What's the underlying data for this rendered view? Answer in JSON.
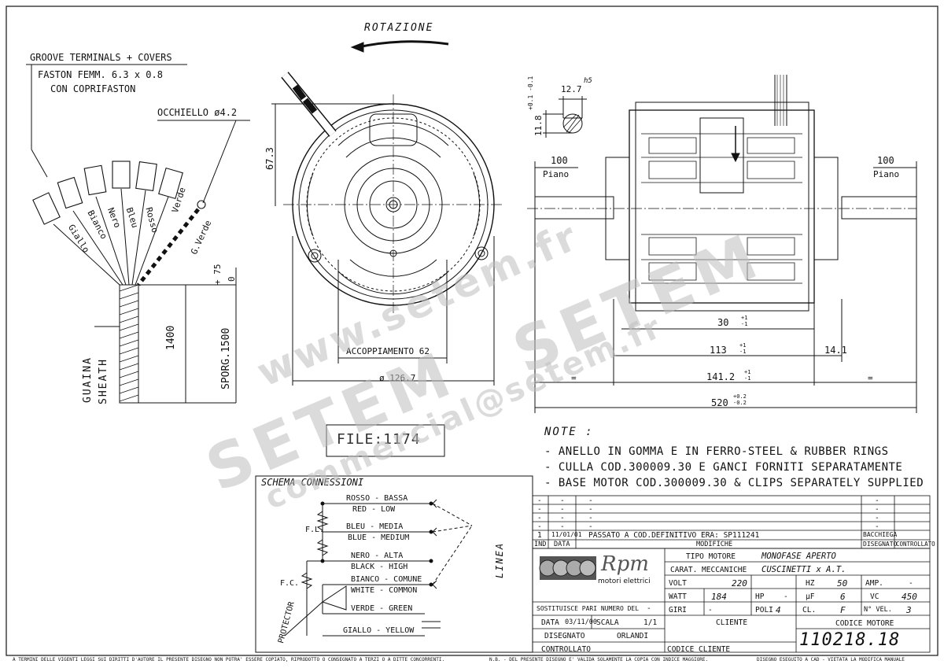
{
  "rotation_label": "ROTAZIONE",
  "terminals": {
    "line1": "GROOVE TERMINALS + COVERS",
    "line2": "FASTON FEMM. 6.3 x 0.8",
    "line3": "CON COPRIFASTON",
    "eyelet": "OCCHIELLO ø4.2"
  },
  "wire_labels": [
    "Giallo",
    "Bianco",
    "Nero",
    "Bleu",
    "Rosso",
    "Verde",
    "G.Verde"
  ],
  "sheath": {
    "it": "GUAINA",
    "en": "SHEATH"
  },
  "dims": {
    "len1400": "1400",
    "sporg": "SPORG.1500",
    "sporg_tol_plus": "+ 75",
    "sporg_tol_zero": "0",
    "d673": "67.3",
    "shaft_w": "12.7",
    "shaft_tol": "h5",
    "shaft_h": "11.8",
    "shaft_h_tol": "+0.1 -0.1",
    "piano_l_val": "100",
    "piano_l": "Piano",
    "piano_r_val": "100",
    "piano_r": "Piano",
    "d30": "30",
    "d30_tol": "+1 -1",
    "d113": "113",
    "d113_tol": "+1 -1",
    "d141": "141.2",
    "d141_tol": "+1 -1",
    "d14": "14.1",
    "d520": "520",
    "d520_tol": "+0.2 -0.2",
    "eq": "=",
    "accoppiamento": "ACCOPPIAMENTO 62",
    "diam": "ø 126.7"
  },
  "file_label": "FILE:1174",
  "notes": {
    "title": "NOTE :",
    "items": [
      "- ANELLO IN GOMMA E IN FERRO-STEEL & RUBBER RINGS",
      "- CULLA COD.300009.30 E GANCI FORNITI SEPARATAMENTE",
      "- BASE MOTOR COD.300009.30 & CLIPS SEPARATELY SUPPLIED"
    ]
  },
  "schema": {
    "title": "SCHEMA CONNESSIONI",
    "wires": [
      {
        "it": "ROSSO - BASSA",
        "en": "RED - LOW"
      },
      {
        "it": "BLEU - MEDIA",
        "en": "BLUE - MEDIUM"
      },
      {
        "it": "NERO - ALTA",
        "en": "BLACK - HIGH"
      },
      {
        "it": "BIANCO - COMUNE",
        "en": "WHITE - COMMON"
      },
      {
        "it": "VERDE - GREEN",
        "en": ""
      },
      {
        "it": "GIALLO - YELLOW",
        "en": ""
      }
    ],
    "fl": "F.L.",
    "fc": "F.C.",
    "protector": "PROTECTOR",
    "linea": "LINEA"
  },
  "revisions": {
    "rows": [
      [
        "-",
        "-",
        "-",
        "-"
      ],
      [
        "-",
        "-",
        "-",
        "-"
      ],
      [
        "-",
        "-",
        "-",
        "-"
      ],
      [
        "-",
        "-",
        "-",
        "-"
      ],
      [
        "1",
        "11/01/01",
        "PASSATO A COD.DEFINITIVO ERA: SP111241",
        "BACCHIEGA"
      ]
    ],
    "header": [
      "IND",
      "DATA",
      "MODIFICHE",
      "DISEGNATO",
      "CONTROLLATO"
    ]
  },
  "title_block": {
    "brand": "Rpm",
    "brand_sub": "motori elettrici",
    "sostituisce": "SOSTITUISCE PARI NUMERO DEL",
    "sostituisce_val": "-",
    "data_label": "DATA",
    "data_val": "03/11/00",
    "scala_label": "SCALA",
    "scala_val": "1/1",
    "disegnato_label": "DISEGNATO",
    "disegnato_val": "ORLANDI",
    "controllato_label": "CONTROLLATO",
    "tipo_label": "TIPO MOTORE",
    "tipo_val": "MONOFASE APERTO",
    "carat_label": "CARAT. MECCANICHE",
    "carat_val": "CUSCINETTI x A.T.",
    "volt_label": "VOLT",
    "volt_val": "220",
    "hz_label": "HZ",
    "hz_val": "50",
    "amp_label": "AMP.",
    "amp_val": "-",
    "watt_label": "WATT",
    "watt_val": "184",
    "hp_label": "HP",
    "hp_val": "-",
    "uf_label": "µF",
    "uf_val": "6",
    "vc_label": "VC",
    "vc_val": "450",
    "giri_label": "GIRI",
    "giri_val": "-",
    "poli_label": "POLI",
    "poli_val": "4",
    "cl_label": "CL.",
    "cl_val": "F",
    "nvel_label": "N° VEL.",
    "nvel_val": "3",
    "cliente_label": "CLIENTE",
    "codice_cliente_label": "CODICE CLIENTE",
    "codice_motore_label": "CODICE MOTORE",
    "codice_motore_val": "110218.18"
  },
  "footer": {
    "left": "A TERMINI DELLE VIGENTI LEGGI SUI DIRITTI D'AUTORE IL PRESENTE DISEGNO NON POTRA' ESSERE COPIATO, RIPRODOTTO O CONSEGNATO A TERZI O A DITTE CONCORRENTI.",
    "mid": "N.B. - DEL PRESENTE DISEGNO E' VALIDA SOLAMENTE LA COPIA CON INDICE MAGGIORE.",
    "right": "DISEGNO ESEGUITO A CAD - VIETATA LA MODIFICA MANUALE"
  },
  "watermark": {
    "www": "www.setem.fr",
    "setem": "SETEM",
    "setem2": "SETEM",
    "email": "commercial@setem.fr"
  }
}
